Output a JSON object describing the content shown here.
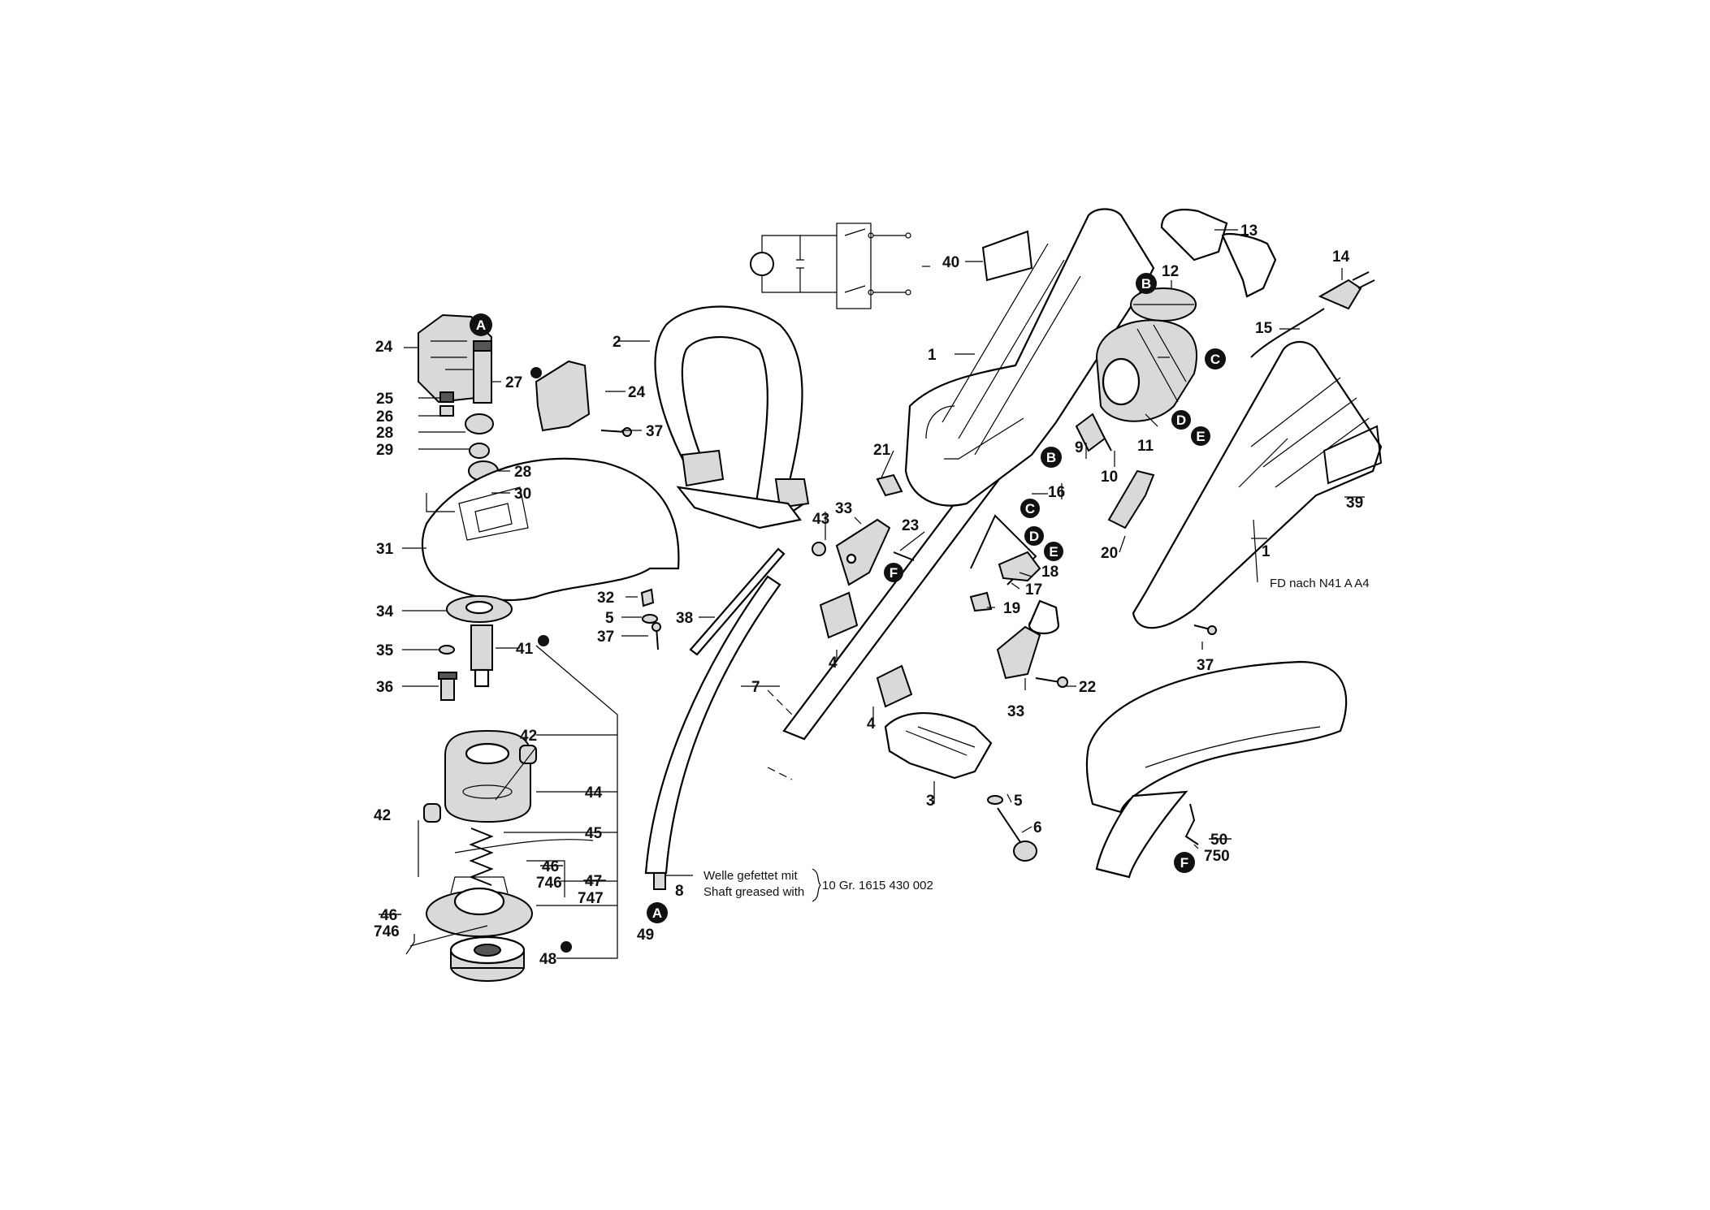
{
  "labels": {
    "p1a": "1",
    "p1b": "1",
    "p2": "2",
    "p3": "3",
    "p4a": "4",
    "p4b": "4",
    "p5a": "5",
    "p5b": "5",
    "p6": "6",
    "p7": "7",
    "p8": "8",
    "p9": "9",
    "p10": "10",
    "p11": "11",
    "p12": "12",
    "p13": "13",
    "p14": "14",
    "p15": "15",
    "p16": "16",
    "p17": "17",
    "p18": "18",
    "p19": "19",
    "p20": "20",
    "p21": "21",
    "p22": "22",
    "p23": "23",
    "p24a": "24",
    "p24b": "24",
    "p25": "25",
    "p26": "26",
    "p27": "27",
    "p28a": "28",
    "p28b": "28",
    "p29": "29",
    "p30": "30",
    "p31": "31",
    "p32": "32",
    "p33a": "33",
    "p33b": "33",
    "p34": "34",
    "p35": "35",
    "p36": "36",
    "p37a": "37",
    "p37b": "37",
    "p37c": "37",
    "p38": "38",
    "p39": "39",
    "p40": "40",
    "p41": "41",
    "p42a": "42",
    "p42b": "42",
    "p43": "43",
    "p44": "44",
    "p45": "45",
    "p46a": "46",
    "p46b": "46",
    "p47": "47",
    "p48": "48",
    "p49": "49",
    "p50": "50",
    "p746a": "746",
    "p746b": "746",
    "p747": "747",
    "p750": "750"
  },
  "callouts": {
    "A": "A",
    "B": "B",
    "C": "C",
    "D": "D",
    "E": "E",
    "F": "F"
  },
  "notes": {
    "grease_de": "Welle gefettet mit",
    "grease_en": "Shaft greased with",
    "grease_spec": "10 Gr. 1615 430 002",
    "fd": "FD nach N41 A A4"
  }
}
